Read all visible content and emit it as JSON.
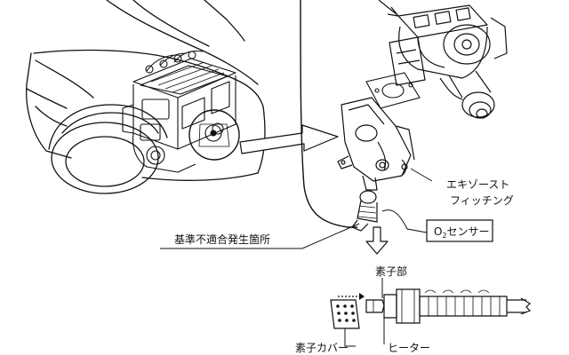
{
  "labels": {
    "exhaust_fitting_line1": "エキゾースト",
    "exhaust_fitting_line2": "フィッチング",
    "o2_sensor_prefix": "O",
    "o2_sensor_subscript": "2",
    "o2_sensor_suffix": "センサー",
    "nonconformity_location": "基準不適合発生箇所",
    "element_part": "素子部",
    "heater": "ヒーター",
    "element_cover": "素子カバー"
  },
  "colors": {
    "ink": "#111111",
    "paper": "#ffffff"
  }
}
